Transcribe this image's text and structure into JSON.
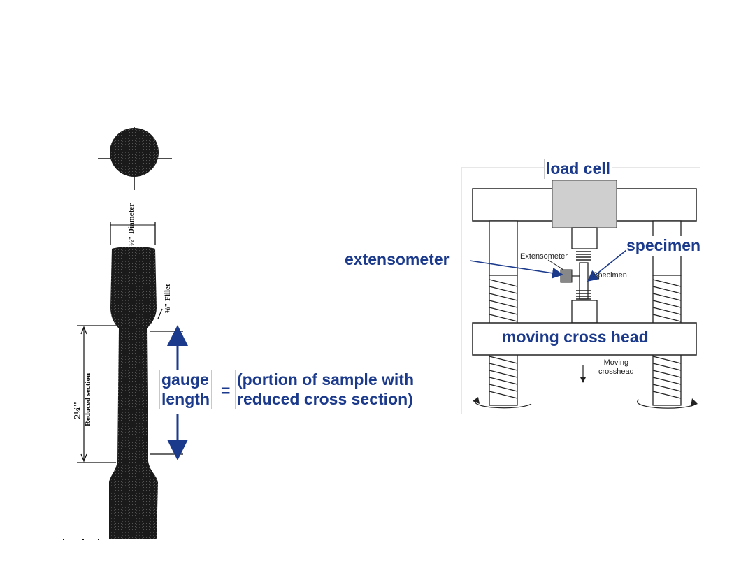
{
  "specimen_drawing": {
    "dim_diameter": "½\" Diameter",
    "dim_fillet": "⅜\" Fillet",
    "dim_reduced_length": "2¼\"",
    "dim_reduced_label": "Reduced section"
  },
  "gauge": {
    "term_line1": "gauge",
    "term_line2": "length",
    "equals": "=",
    "def_line1": "(portion of sample with",
    "def_line2": "reduced cross section)"
  },
  "machine": {
    "load_cell_label": "load cell",
    "specimen_label": "specimen",
    "extensometer_label": "extensometer",
    "crosshead_label": "moving cross head",
    "inner_extensometer": "Extensometer",
    "inner_specimen": "Specimen",
    "inner_moving_line1": "Moving",
    "inner_moving_line2": "crosshead"
  },
  "colors": {
    "annotation": "#1b3a8c",
    "specimen_fill": "#1a1a1a"
  }
}
